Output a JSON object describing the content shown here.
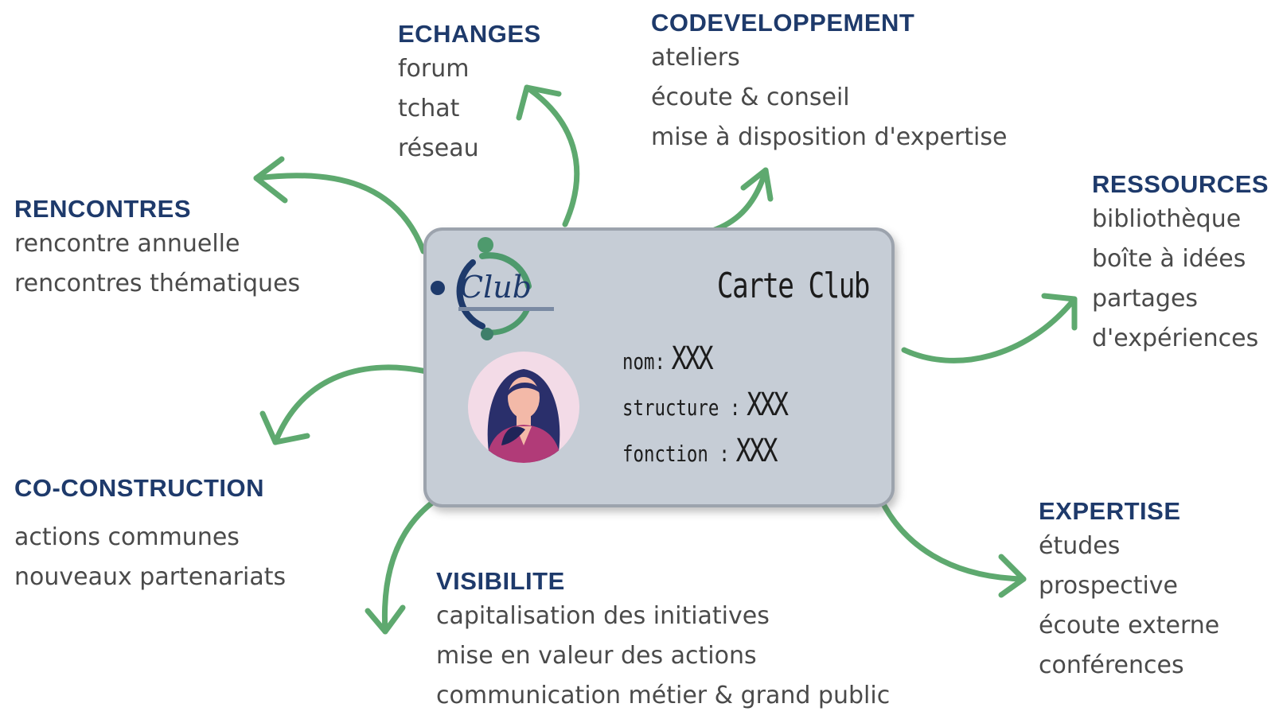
{
  "colors": {
    "heading": "#1e3a6b",
    "body_text": "#4a4a4a",
    "arrow": "#5ea96f",
    "card_background": "#c6cdd6",
    "logo_blue": "#1e3a6b",
    "logo_green": "#4e9a6d",
    "avatar_bg": "#f3dbe7",
    "avatar_hair": "#2a2f6b",
    "avatar_jacket": "#b13b78",
    "avatar_skin": "#f3b9a8"
  },
  "blocks": {
    "echanges": {
      "title": "ECHANGES",
      "items": [
        "forum",
        "tchat",
        "réseau"
      ]
    },
    "codeveloppement": {
      "title": "CODEVELOPPEMENT",
      "items": [
        "ateliers",
        "écoute & conseil",
        "mise à disposition d'expertise"
      ]
    },
    "rencontres": {
      "title": "RENCONTRES",
      "items": [
        "rencontre annuelle",
        "rencontres thématiques"
      ]
    },
    "ressources": {
      "title": "RESSOURCES",
      "items": [
        "bibliothèque",
        "boîte à idées",
        "partages",
        "d'expériences"
      ]
    },
    "coconstruction": {
      "title": "CO-CONSTRUCTION",
      "items": [
        "actions communes",
        "nouveaux partenariats"
      ]
    },
    "visibilite": {
      "title": "VISIBILITE",
      "items": [
        "capitalisation des initiatives",
        "mise en valeur des actions",
        "communication métier  & grand public"
      ]
    },
    "expertise": {
      "title": "EXPERTISE",
      "items": [
        "études",
        "prospective",
        "écoute externe",
        "conférences"
      ]
    }
  },
  "card": {
    "title": "Carte Club",
    "logo_text": "Club",
    "fields": {
      "nom": {
        "label": "nom:",
        "value": "XXX"
      },
      "structure": {
        "label": "structure :",
        "value": "XXX"
      },
      "fonction": {
        "label": "fonction :",
        "value": "XXX"
      }
    }
  }
}
